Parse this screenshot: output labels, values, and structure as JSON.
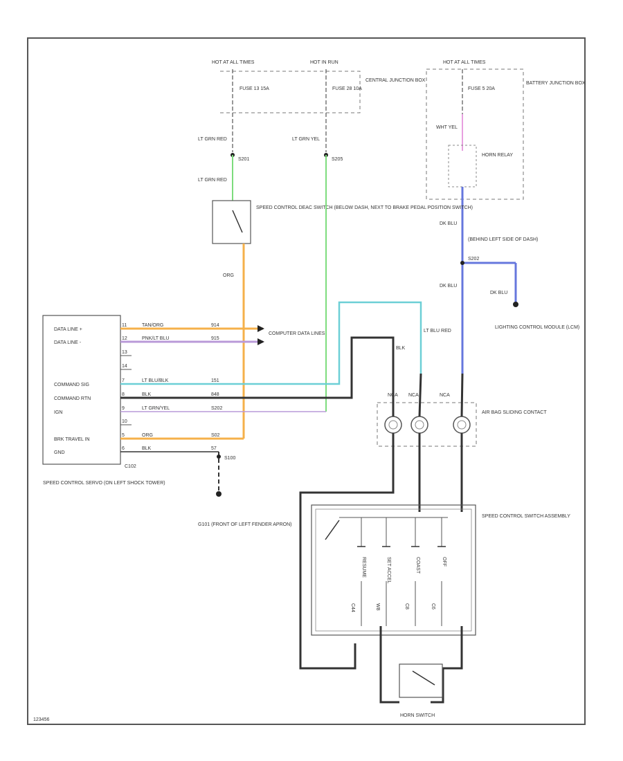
{
  "footer_code": "123456",
  "top_fuses": [
    {
      "hot": "HOT AT ALL TIMES",
      "fuse": "FUSE 13 15A"
    },
    {
      "hot": "HOT IN RUN",
      "fuse": "FUSE 28 10A"
    },
    {
      "hot": "HOT AT ALL TIMES",
      "fuse": "FUSE 5 20A"
    }
  ],
  "central_junction_box": "CENTRAL JUNCTION BOX",
  "battery_junction_box": "BATTERY JUNCTION BOX",
  "wires": {
    "lt_grn_red_1": "LT GRN RED",
    "lt_grn_red_2": "LT GRN RED",
    "lt_grn_yel": "LT GRN YEL",
    "wht_yel": "WHT YEL",
    "dk_blu_1": "DK BLU",
    "dk_blu_2": "DK BLU",
    "dk_blu_3": "DK BLU",
    "org": "ORG",
    "lt_blu_red_v": "LT BLU RED",
    "blk_v": "BLK"
  },
  "splices": {
    "s201": "S201",
    "s205": "S205",
    "s202": "S202",
    "s100": "S100"
  },
  "labels": {
    "brake_switch": "SPEED CONTROL DEAC SWITCH (BELOW DASH, NEXT TO BRAKE PEDAL POSITION SWITCH)",
    "horn_relay": "HORN RELAY",
    "behind_left": "(BEHIND LEFT SIDE OF DASH)",
    "lighting_module": "LIGHTING CONTROL MODULE (LCM)",
    "computer_data": "COMPUTER DATA LINES",
    "air_bag": "AIR BAG SLIDING CONTACT",
    "switch_assembly": "SPEED CONTROL SWITCH ASSEMBLY",
    "horn_switch": "HORN SWITCH",
    "servo": "SPEED CONTROL SERVO (ON LEFT SHOCK TOWER)",
    "ground": "G101 (FRONT OF LEFT FENDER APRON)",
    "connector": "C102",
    "connector_labels": [
      "NCA",
      "NCA",
      "NCA"
    ]
  },
  "servo_pins": [
    {
      "name": "DATA LINE +",
      "pin": "11",
      "wire": "TAN/ORG",
      "circuit": "914"
    },
    {
      "name": "DATA LINE -",
      "pin": "12",
      "wire": "PNK/LT BLU",
      "circuit": "915"
    },
    {
      "name": "",
      "pin": "13",
      "wire": "",
      "circuit": ""
    },
    {
      "name": "",
      "pin": "14",
      "wire": "",
      "circuit": ""
    },
    {
      "name": "COMMAND SIG",
      "pin": "7",
      "wire": "LT BLU/BLK",
      "circuit": "151"
    },
    {
      "name": "COMMAND RTN",
      "pin": "8",
      "wire": "BLK",
      "circuit": "848"
    },
    {
      "name": "IGN",
      "pin": "9",
      "wire": "LT GRN/YEL",
      "circuit": "S202"
    },
    {
      "name": "",
      "pin": "10",
      "wire": "",
      "circuit": ""
    },
    {
      "name": "BRK TRAVEL IN",
      "pin": "5",
      "wire": "ORG",
      "circuit": "S02"
    },
    {
      "name": "GND",
      "pin": "6",
      "wire": "BLK",
      "circuit": "57"
    }
  ],
  "switch_buttons": [
    "RESUME",
    "SET ACCEL",
    "COAST",
    "OFF"
  ],
  "switch_wire_labels": [
    "C44",
    "W8",
    "C8",
    "C6"
  ],
  "colors": {
    "green": "#7ddc7d",
    "orange": "#f5b04a",
    "cyan": "#6ccfd6",
    "blue": "#6677dd",
    "pink": "#e8a0e0",
    "purple": "#b99ad8"
  }
}
